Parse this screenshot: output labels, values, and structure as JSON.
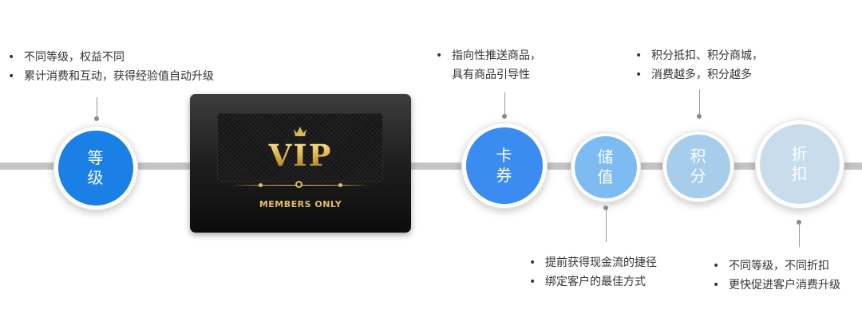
{
  "nodes": [
    {
      "id": "level",
      "line1": "等",
      "line2": "级",
      "color": "#1a80e6"
    },
    {
      "id": "coupon",
      "line1": "卡",
      "line2": "券",
      "color": "#3a8cf0"
    },
    {
      "id": "stored-value",
      "line1": "储",
      "line2": "值",
      "color": "#7cbcf2"
    },
    {
      "id": "points",
      "line1": "积",
      "line2": "分",
      "color": "#a6cdec"
    },
    {
      "id": "discount",
      "line1": "折",
      "line2": "扣",
      "color": "#c9dcec"
    }
  ],
  "notes": {
    "level": [
      "不同等级，权益不同",
      "累计消费和互动，获得经验值自动升级"
    ],
    "coupon": [
      "指向性推送商品，",
      "具有商品引导性"
    ],
    "stored_value": [
      "提前获得现金流的捷径",
      "绑定客户的最佳方式"
    ],
    "points": [
      "积分抵扣、积分商城，",
      "消费越多，积分越多"
    ],
    "discount": [
      "不同等级，不同折扣",
      "更快促进客户消费升级"
    ]
  },
  "bullet": "•",
  "card": {
    "title": "VIP",
    "subtitle": "MEMBERS ONLY",
    "gold_color": "#e2bd62"
  }
}
